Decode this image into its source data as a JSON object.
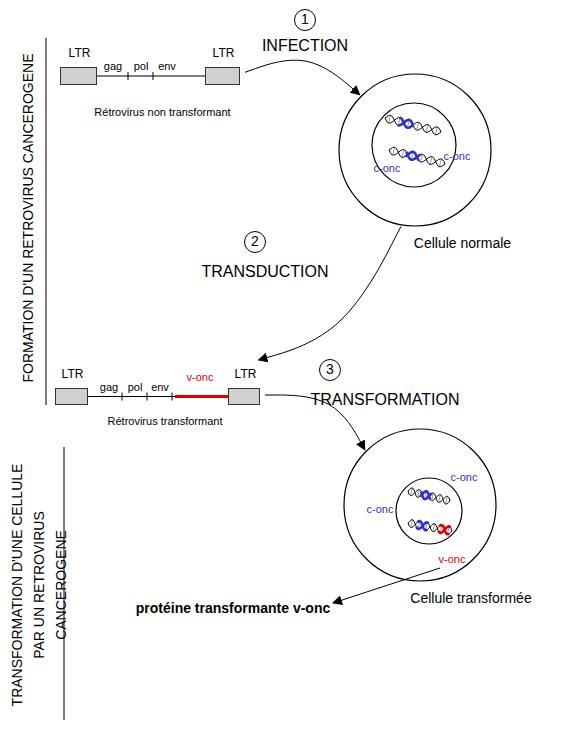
{
  "diagram": {
    "nodes": [
      {
        "text": [
          "gag",
          "pol",
          "env",
          "Rétrovirus non transformant"
        ]
      },
      {
        "text": [
          "LTR"
        ],
        "in": 0
      },
      {
        "text": [
          "LTR"
        ],
        "in": 0
      },
      {
        "text": [
          "c-onc",
          "c-onc",
          "Cellule normale"
        ]
      },
      {
        "text": [
          "gag",
          "pol",
          "env",
          "v-onc",
          "Rétrovirus transformant"
        ]
      },
      {
        "text": [
          "LTR"
        ],
        "in": 4
      },
      {
        "text": [
          "LTR"
        ],
        "in": 4
      },
      {
        "text": [
          "c-onc",
          "c-onc",
          "v-onc",
          "Cellule transformée"
        ]
      }
    ],
    "edges": [
      {
        "from": 0,
        "to": 3,
        "arrow": "to"
      },
      {
        "from": 3,
        "to": 4,
        "arrow": "to"
      },
      {
        "from": 4,
        "to": 7,
        "arrow": "to"
      }
    ],
    "labels": [
      "FORMATION D'UN RETROVIRUS CANCEROGENE",
      "TRANSFORMATION D'UNE CELLULE PAR UN RETROVIRUS CANCEROGENE",
      "1",
      "INFECTION",
      "2",
      "TRANSDUCTION",
      "3",
      "TRANSFORMATION",
      "protéine transformante v-onc"
    ]
  }
}
